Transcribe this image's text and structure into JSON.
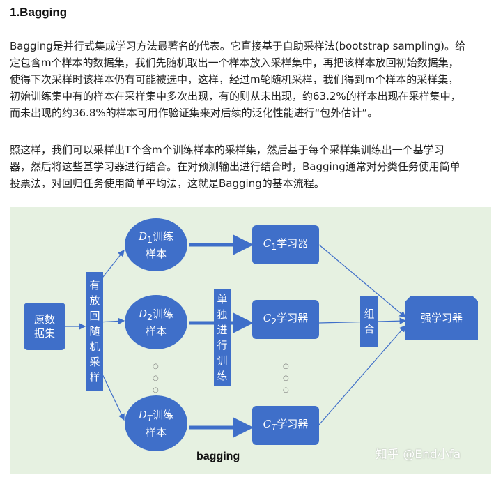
{
  "heading": "1.Bagging",
  "paragraph1": [
    "Bagging是并行式集成学习方法最著名的代表。它直接基于自助采样法(bootstrap sampling)。给",
    "定包含m个样本的数据集，我们先随机取出一个样本放入采样集中，再把该样本放回初始数据集，",
    "使得下次采样时该样本仍有可能被选中，这样，经过m轮随机采样，我们得到m个样本的采样集，",
    "初始训练集中有的样本在采样集中多次出现，有的则从未出现，约63.2%的样本出现在采样集中，",
    "而未出现的约36.8%的样本可用作验证集来对后续的泛化性能进行“包外估计”。"
  ],
  "paragraph2": [
    "照这样，我们可以采样出T个含m个训练样本的采样集，然后基于每个采样集训练出一个基学习",
    "器，然后将这些基学习器进行结合。在对预测输出进行结合时，Bagging通常对分类任务使用简单",
    "投票法，对回归任务使用简单平均法，这就是Bagging的基本流程。"
  ],
  "diagram": {
    "source": [
      "原数",
      "据集"
    ],
    "sampling": [
      "有",
      "放",
      "回",
      "随",
      "机",
      "采",
      "样"
    ],
    "datasets": [
      {
        "sym": "D",
        "sub": "1",
        "line1": "训练",
        "line2": "样本"
      },
      {
        "sym": "D",
        "sub": "2",
        "line1": "训练",
        "line2": "样本"
      },
      {
        "sym": "D",
        "sub": "T",
        "line1": "训练",
        "line2": "样本"
      }
    ],
    "training": [
      "单",
      "独",
      "进",
      "行",
      "训",
      "练"
    ],
    "learners": [
      {
        "sym": "C",
        "sub": "1",
        "text": "学习器"
      },
      {
        "sym": "C",
        "sub": "2",
        "text": "学习器"
      },
      {
        "sym": "C",
        "sub": "T",
        "text": "学习器"
      }
    ],
    "combine": [
      "组",
      "合"
    ],
    "strong": "强学习器",
    "caption": "bagging",
    "watermark": "知乎 @End小fa",
    "colors": {
      "box": "#3f6fc9",
      "background": "#e6f1e1",
      "arrow": "#3f6fc9"
    }
  }
}
